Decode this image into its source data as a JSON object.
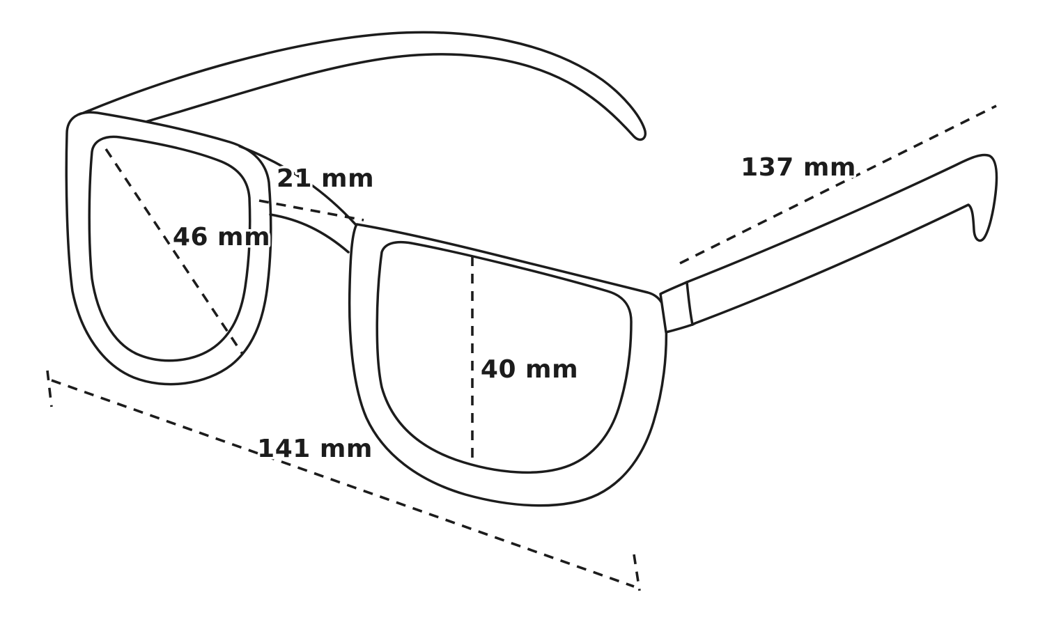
{
  "page": {
    "background": "#ffffff"
  },
  "diagram": {
    "name": "Glasses size measurement diagram",
    "line_color": "#1c1c1c",
    "measurements": {
      "bridge_width": "21 mm",
      "lens_width": "46 mm",
      "lens_height": "40 mm",
      "temple_length": "137 mm",
      "frame_width": "141 mm"
    }
  }
}
